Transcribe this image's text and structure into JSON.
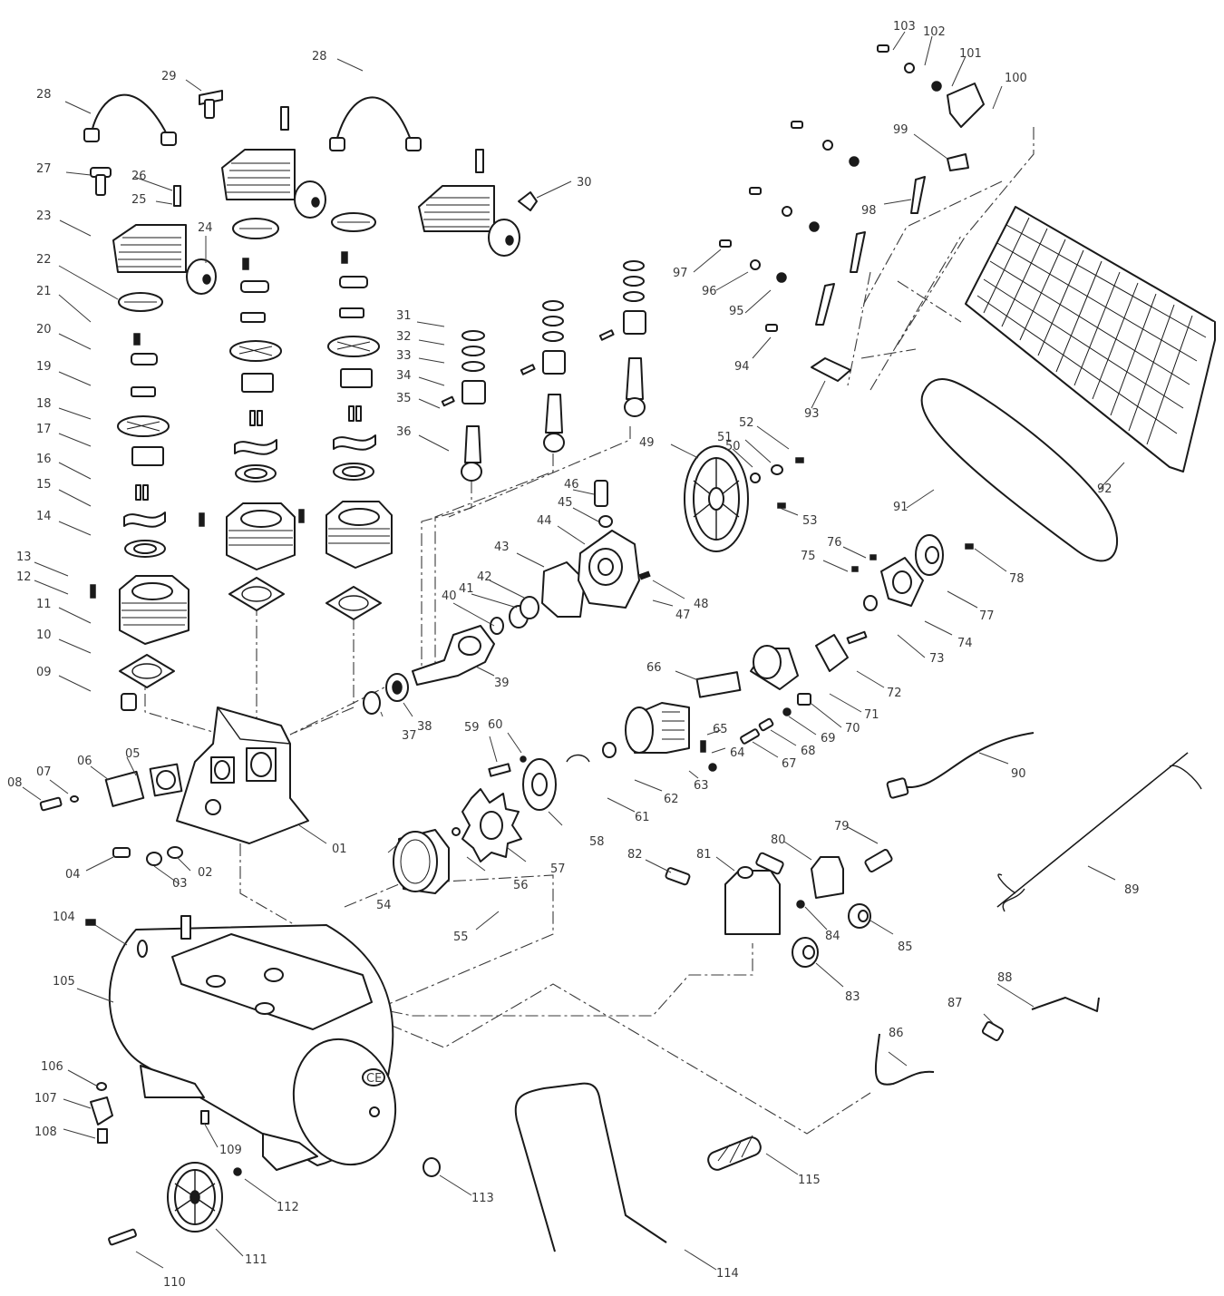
{
  "diagram": {
    "labels": [
      "01",
      "02",
      "03",
      "04",
      "05",
      "06",
      "07",
      "08",
      "09",
      "10",
      "11",
      "12",
      "13",
      "14",
      "15",
      "16",
      "17",
      "18",
      "19",
      "20",
      "21",
      "22",
      "23",
      "24",
      "25",
      "26",
      "27",
      "28",
      "28",
      "29",
      "30",
      "31",
      "32",
      "33",
      "34",
      "35",
      "36",
      "37",
      "38",
      "39",
      "40",
      "41",
      "42",
      "43",
      "44",
      "45",
      "46",
      "47",
      "48",
      "49",
      "50",
      "51",
      "52",
      "53",
      "54",
      "55",
      "56",
      "57",
      "58",
      "59",
      "60",
      "61",
      "62",
      "63",
      "64",
      "65",
      "66",
      "67",
      "68",
      "69",
      "70",
      "71",
      "72",
      "73",
      "74",
      "75",
      "76",
      "77",
      "78",
      "79",
      "80",
      "81",
      "82",
      "83",
      "84",
      "85",
      "86",
      "87",
      "88",
      "89",
      "90",
      "91",
      "92",
      "93",
      "94",
      "95",
      "96",
      "97",
      "98",
      "99",
      "100",
      "101",
      "102",
      "103",
      "104",
      "105",
      "106",
      "107",
      "108",
      "109",
      "110",
      "111",
      "112",
      "113",
      "114",
      "115"
    ],
    "tank_mark": "CE"
  }
}
